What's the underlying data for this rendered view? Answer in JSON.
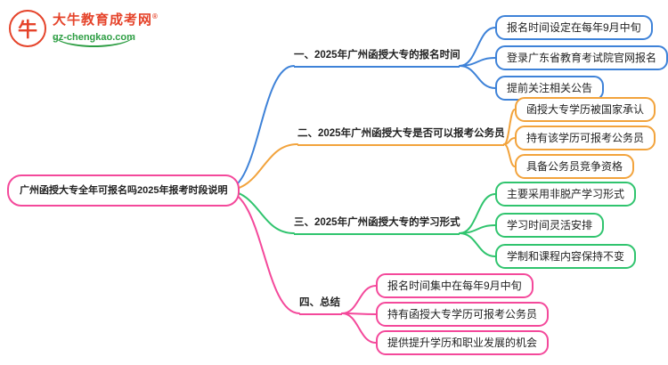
{
  "logo": {
    "title": "大牛教育成考网",
    "registered": "®",
    "url": "gz-chengkao.com",
    "title_color": "#e5432a",
    "url_color": "#2e9e44",
    "bull_glyph": "牛"
  },
  "root": {
    "label": "广州函授大专全年可报名吗2025年报考时段说明",
    "border_color": "#f4499b"
  },
  "branches": [
    {
      "label": "一、2025年广州函授大专的报名时间",
      "color": "#3e82d8",
      "children": [
        "报名时间设定在每年9月中旬",
        "登录广东省教育考试院官网报名",
        "提前关注相关公告"
      ]
    },
    {
      "label": "二、2025年广州函授大专是否可以报考公务员",
      "color": "#f2a33c",
      "children": [
        "函授大专学历被国家承认",
        "持有该学历可报考公务员",
        "具备公务员竞争资格"
      ]
    },
    {
      "label": "三、2025年广州函授大专的学习形式",
      "color": "#30c46e",
      "children": [
        "主要采用非脱产学习形式",
        "学习时间灵活安排",
        "学制和课程内容保持不变"
      ]
    },
    {
      "label": "四、总结",
      "color": "#f4499b",
      "children": [
        "报名时间集中在每年9月中旬",
        "持有函授大专学历可报考公务员",
        "提供提升学历和职业发展的机会"
      ]
    }
  ]
}
